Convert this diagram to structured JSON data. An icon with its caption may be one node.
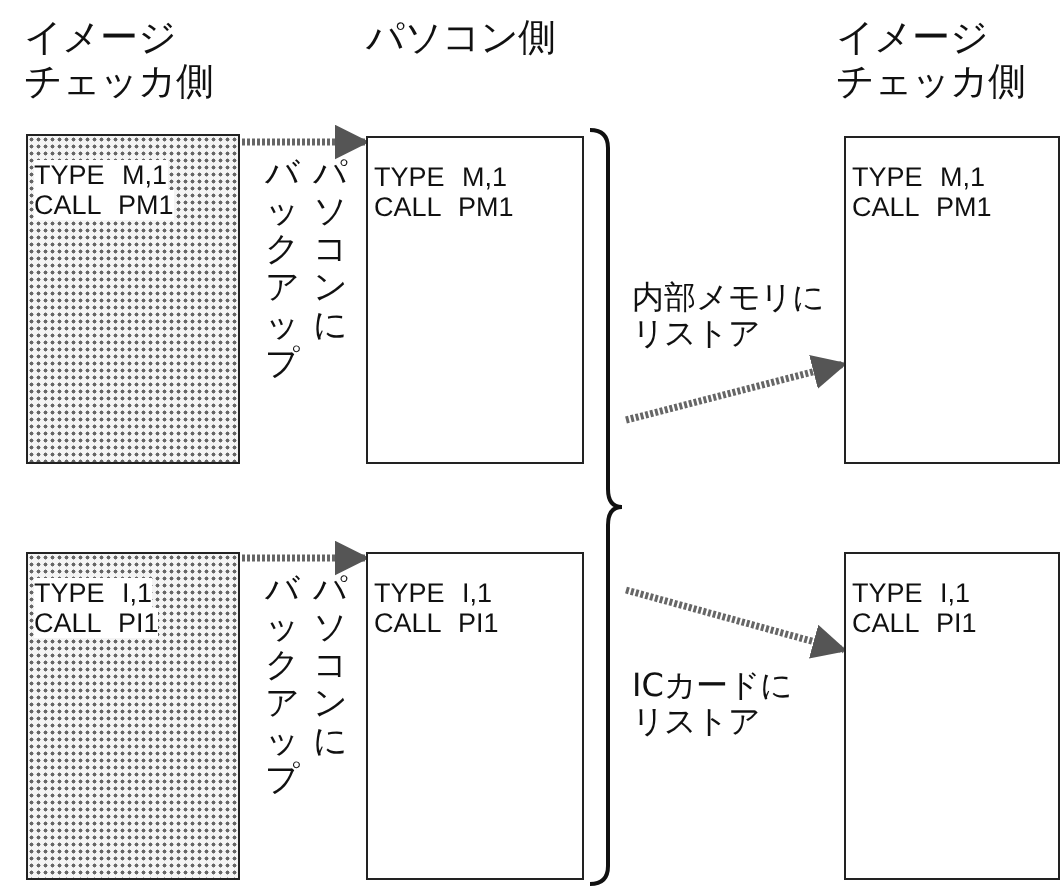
{
  "diagram": {
    "nodes": [
      {
        "text": [
          "TYPE M,1",
          "CALL PM1"
        ]
      },
      {
        "text": [
          "TYPE M,1",
          "CALL PM1"
        ]
      },
      {
        "text": [
          "TYPE M,1",
          "CALL PM1"
        ]
      },
      {
        "text": [
          "TYPE I,1",
          "CALL PI1"
        ]
      },
      {
        "text": [
          "TYPE I,1",
          "CALL PI1"
        ]
      },
      {
        "text": [
          "TYPE I,1",
          "CALL PI1"
        ]
      },
      {
        "text": [],
        "shape": "brace"
      }
    ],
    "edges": [
      {
        "from": 0,
        "to": 1,
        "arrow": "to",
        "label": "パソコンにバックアップ"
      },
      {
        "from": 3,
        "to": 4,
        "arrow": "to",
        "label": "パソコンにバックアップ"
      },
      {
        "from": 6,
        "to": 2,
        "arrow": "to",
        "label": "内部メモリにリストア"
      },
      {
        "from": 6,
        "to": 5,
        "arrow": "to",
        "label": "ICカードにリストア"
      }
    ],
    "labels": [
      "イメージチェッカ側",
      "パソコン側",
      "イメージチェッカ側"
    ]
  }
}
